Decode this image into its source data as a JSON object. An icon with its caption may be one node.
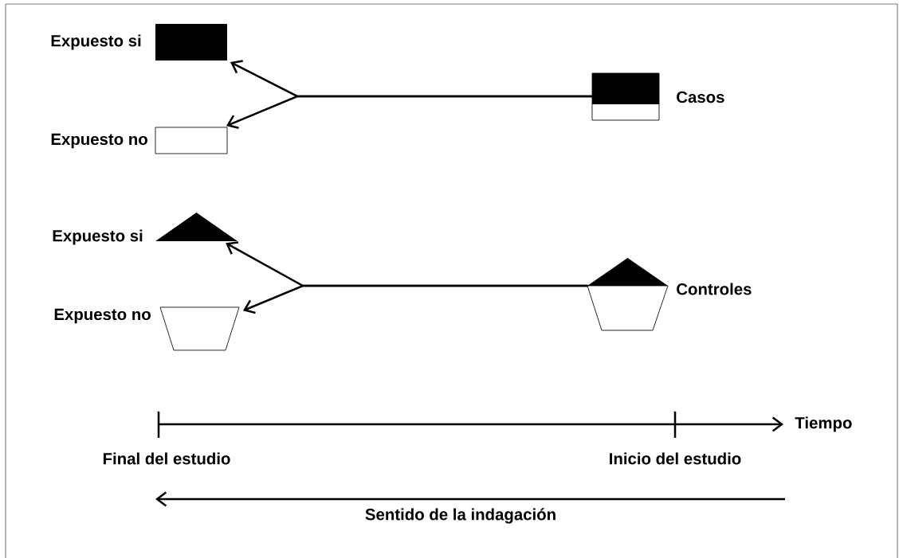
{
  "diagram": {
    "nodes": [
      {
        "text": [
          "Expuesto si"
        ]
      },
      {
        "text": [
          "Expuesto no"
        ]
      },
      {
        "text": [
          "Casos"
        ]
      },
      {
        "text": [
          "Expuesto si"
        ]
      },
      {
        "text": [
          "Expuesto no"
        ]
      },
      {
        "text": [
          "Controles"
        ]
      }
    ],
    "edges": [
      {
        "from": 2,
        "to": 0,
        "arrow": "to"
      },
      {
        "from": 2,
        "to": 1,
        "arrow": "to"
      },
      {
        "from": 5,
        "to": 3,
        "arrow": "to"
      },
      {
        "from": 5,
        "to": 4,
        "arrow": "to"
      }
    ],
    "labels": [
      "Tiempo",
      "Final del estudio",
      "Inicio del estudio",
      "Sentido de la indagación"
    ]
  }
}
